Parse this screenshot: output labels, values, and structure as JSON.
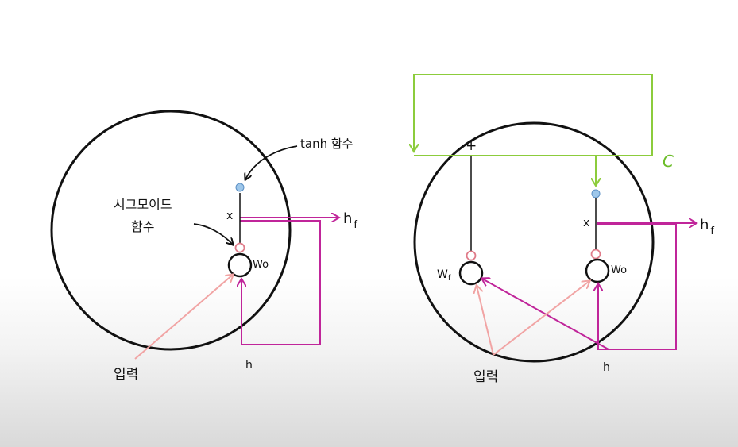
{
  "left_cell": {
    "tanh_label": "tanh 함수",
    "sigmoid_label_line1": "시그모이드",
    "sigmoid_label_line2": "함수",
    "x_label": "x",
    "weight_label": "Wo",
    "output_label": "h",
    "output_subscript": "f",
    "hidden_label": "h",
    "input_label": "입력"
  },
  "right_cell": {
    "plus_label": "+",
    "cell_state_label": "C",
    "x_label": "x",
    "forget_weight_label": "W",
    "forget_weight_subscript": "f",
    "output_weight_label": "Wo",
    "output_label": "h",
    "output_subscript": "f",
    "hidden_label": "h",
    "input_label": "입력"
  },
  "colors": {
    "outline": "#111111",
    "hidden_path": "#c0259a",
    "input_arrow": "#f1a4a4",
    "cell_state": "#8ccc3c",
    "tanh_node": "#9ec7ea",
    "sigmoid_node": "#e9a0a8",
    "label_green": "#6cbd2a"
  }
}
